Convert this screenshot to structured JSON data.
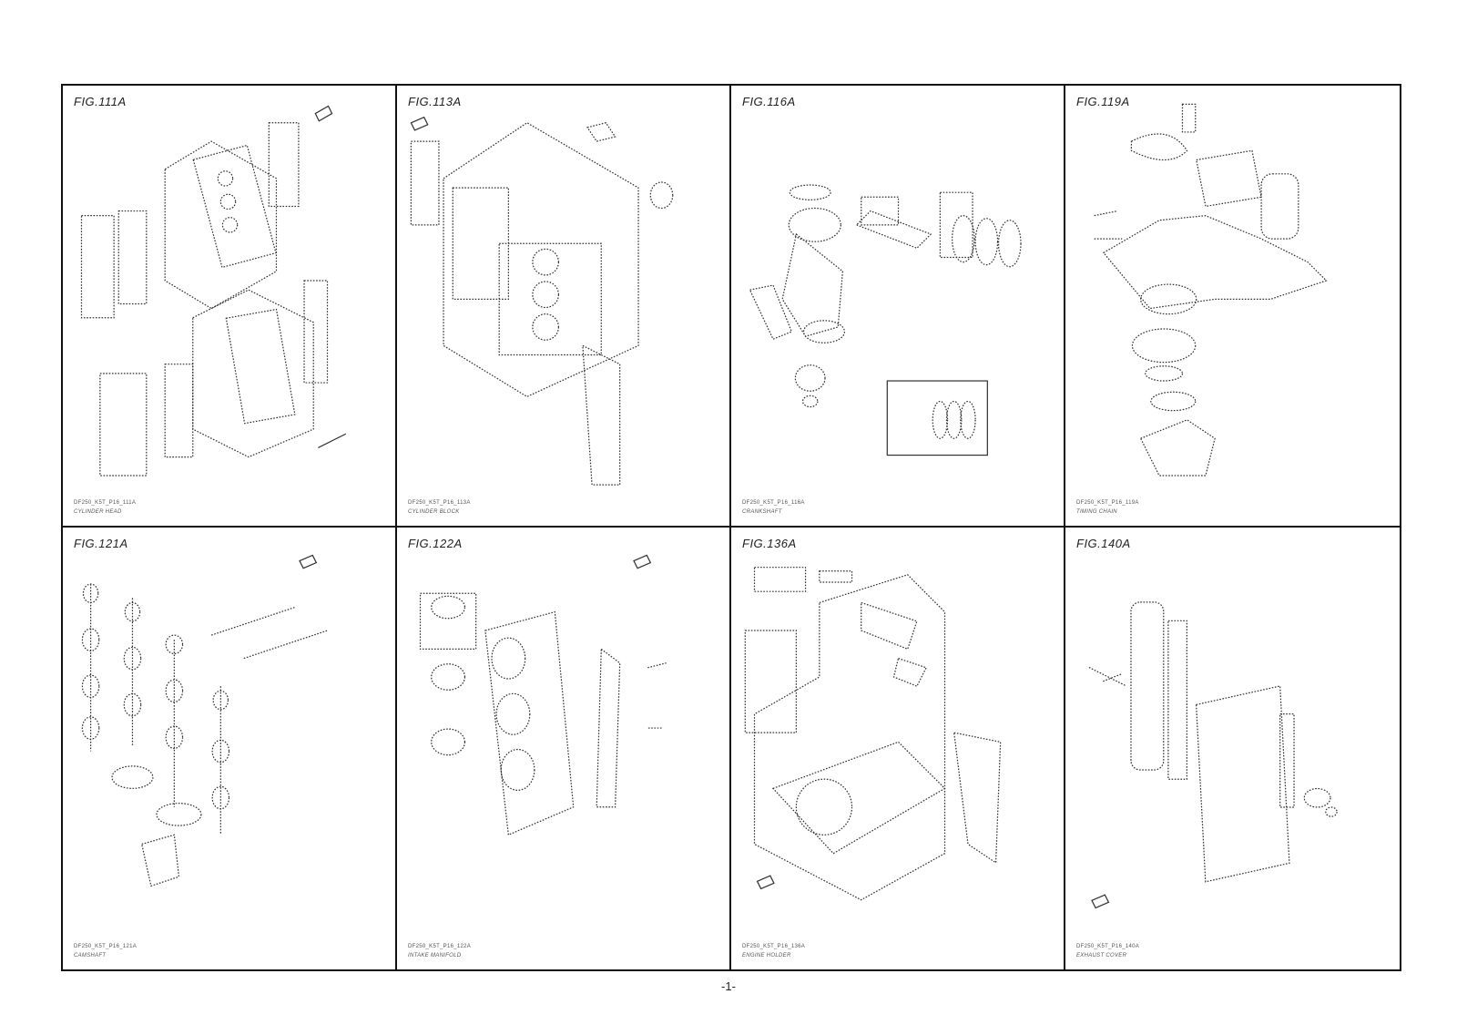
{
  "page_number": "-1-",
  "panels": [
    {
      "title": "FIG.111A",
      "code": "DF250_K5T_P16_111A",
      "name": "CYLINDER HEAD"
    },
    {
      "title": "FIG.113A",
      "code": "DF250_K5T_P16_113A",
      "name": "CYLINDER BLOCK"
    },
    {
      "title": "FIG.116A",
      "code": "DF250_K5T_P16_116A",
      "name": "CRANKSHAFT"
    },
    {
      "title": "FIG.119A",
      "code": "DF250_K5T_P16_119A",
      "name": "TIMING CHAIN"
    },
    {
      "title": "FIG.121A",
      "code": "DF250_K5T_P16_121A",
      "name": "CAMSHAFT"
    },
    {
      "title": "FIG.122A",
      "code": "DF250_K5T_P16_122A",
      "name": "INTAKE MANIFOLD"
    },
    {
      "title": "FIG.136A",
      "code": "DF250_K5T_P16_136A",
      "name": "ENGINE HOLDER"
    },
    {
      "title": "FIG.140A",
      "code": "DF250_K5T_P16_140A",
      "name": "EXHAUST COVER"
    }
  ]
}
